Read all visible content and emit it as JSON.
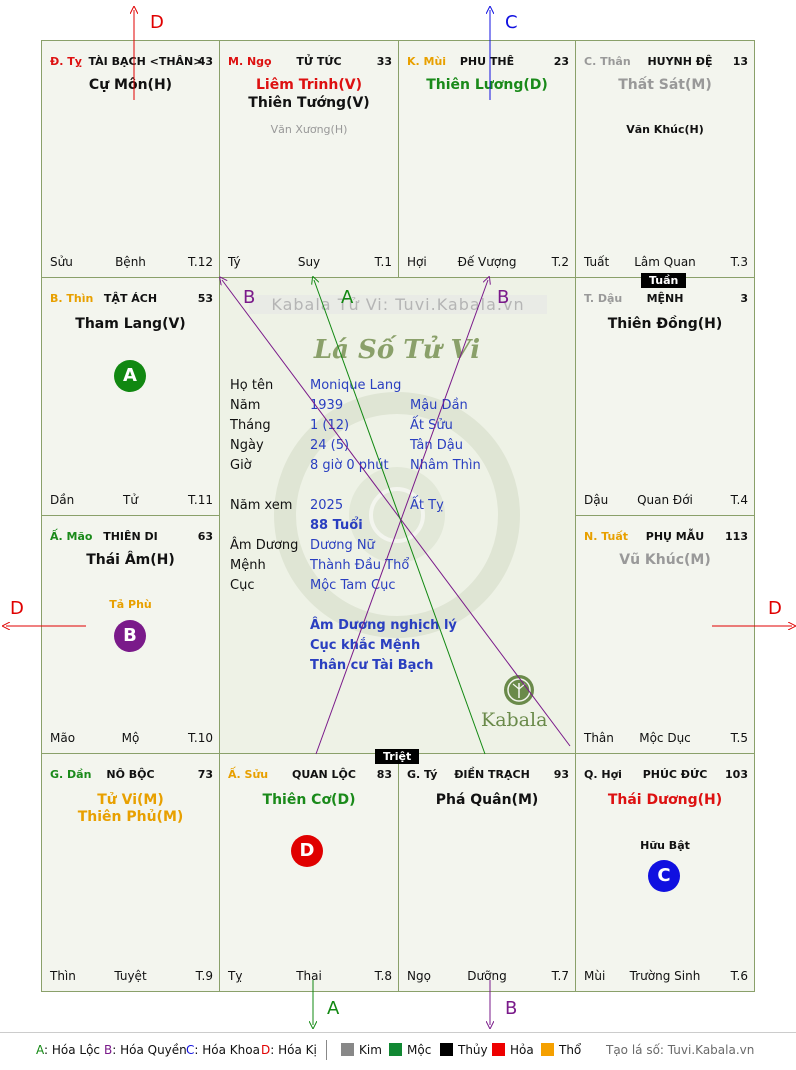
{
  "cells": [
    {
      "id": "ty",
      "can": "Đ. Tỵ",
      "can_color": "#d11",
      "name": "TÀI BẠCH <THÂN>",
      "num": "43",
      "main": [
        {
          "t": "Cự Môn(H)",
          "c": "#111"
        }
      ],
      "minor": [],
      "bottom": [
        "Sửu",
        "Bệnh",
        "T.12"
      ]
    },
    {
      "id": "ngo",
      "can": "M. Ngọ",
      "can_color": "#d11",
      "name": "TỬ TỨC",
      "num": "33",
      "main": [
        {
          "t": "Liêm Trinh(V)",
          "c": "#d11"
        },
        {
          "t": "Thiên Tướng(V)",
          "c": "#111"
        }
      ],
      "minor": [
        {
          "t": "Văn Xương(H)",
          "c": "#999"
        }
      ],
      "bottom": [
        "Tý",
        "Suy",
        "T.1"
      ]
    },
    {
      "id": "mui",
      "can": "K. Mùi",
      "can_color": "#e8a000",
      "name": "PHU THÊ",
      "num": "23",
      "main": [
        {
          "t": "Thiên Lương(D)",
          "c": "#1a8a1a"
        }
      ],
      "minor": [],
      "bottom": [
        "Hợi",
        "Đế Vượng",
        "T.2"
      ]
    },
    {
      "id": "than",
      "can": "C. Thân",
      "can_color": "#999",
      "name": "HUYNH ĐỆ",
      "num": "13",
      "main": [
        {
          "t": "Thất Sát(M)",
          "c": "#999"
        }
      ],
      "minor": [
        {
          "t": "Văn Khúc(H)",
          "c": "#111"
        }
      ],
      "bottom": [
        "Tuất",
        "Lâm Quan",
        "T.3"
      ]
    },
    {
      "id": "thin",
      "can": "B. Thìn",
      "can_color": "#e8a000",
      "name": "TẬT ÁCH",
      "num": "53",
      "main": [
        {
          "t": "Tham Lang(V)",
          "c": "#111"
        }
      ],
      "minor": [],
      "bottom": [
        "Dần",
        "Tử",
        "T.11"
      ]
    },
    {
      "id": "dau",
      "can": "T. Dậu",
      "can_color": "#999",
      "name": "MỆNH",
      "num": "3",
      "main": [
        {
          "t": "Thiên Đồng(H)",
          "c": "#111"
        }
      ],
      "minor": [],
      "bottom": [
        "Dậu",
        "Quan Đới",
        "T.4"
      ]
    },
    {
      "id": "mao",
      "can": "Ấ. Mão",
      "can_color": "#1a8a1a",
      "name": "THIÊN DI",
      "num": "63",
      "main": [
        {
          "t": "Thái Âm(H)",
          "c": "#111"
        }
      ],
      "minor": [
        {
          "t": "Tả Phù",
          "c": "#e8a000"
        }
      ],
      "bottom": [
        "Mão",
        "Mộ",
        "T.10"
      ]
    },
    {
      "id": "tuat",
      "can": "N. Tuất",
      "can_color": "#e8a000",
      "name": "PHỤ MẪU",
      "num": "113",
      "main": [
        {
          "t": "Vũ Khúc(M)",
          "c": "#999"
        }
      ],
      "minor": [],
      "bottom": [
        "Thân",
        "Mộc Dục",
        "T.5"
      ]
    },
    {
      "id": "dan",
      "can": "G. Dần",
      "can_color": "#1a8a1a",
      "name": "NÔ BỘC",
      "num": "73",
      "main": [
        {
          "t": "Tử Vi(M)",
          "c": "#e8a000"
        },
        {
          "t": "Thiên Phủ(M)",
          "c": "#e8a000"
        }
      ],
      "minor": [],
      "bottom": [
        "Thìn",
        "Tuyệt",
        "T.9"
      ]
    },
    {
      "id": "suu",
      "can": "Ấ. Sửu",
      "can_color": "#e8a000",
      "name": "QUAN LỘC",
      "num": "83",
      "main": [
        {
          "t": "Thiên Cơ(D)",
          "c": "#1a8a1a"
        }
      ],
      "minor": [],
      "bottom": [
        "Tỵ",
        "Thai",
        "T.8"
      ]
    },
    {
      "id": "tyrat",
      "can": "G. Tý",
      "can_color": "#111",
      "name": "ĐIỀN TRẠCH",
      "num": "93",
      "main": [
        {
          "t": "Phá Quân(M)",
          "c": "#111"
        }
      ],
      "minor": [],
      "bottom": [
        "Ngọ",
        "Dưỡng",
        "T.7"
      ]
    },
    {
      "id": "hoi",
      "can": "Q. Hợi",
      "can_color": "#111",
      "name": "PHÚC ĐỨC",
      "num": "103",
      "main": [
        {
          "t": "Thái Dương(H)",
          "c": "#d11"
        }
      ],
      "minor": [
        {
          "t": "Hữu Bật",
          "c": "#111"
        }
      ],
      "bottom": [
        "Mùi",
        "Trường Sinh",
        "T.6"
      ]
    }
  ],
  "circles": [
    {
      "id": "a",
      "label": "A",
      "color": "#118811"
    },
    {
      "id": "b",
      "label": "B",
      "color": "#7a1a8a"
    },
    {
      "id": "d",
      "label": "D",
      "color": "#e00000"
    },
    {
      "id": "c",
      "label": "C",
      "color": "#1010e0"
    }
  ],
  "tags": {
    "tuan": "Tuần",
    "triet": "Triệt"
  },
  "watermark": "Kabala Tử Vi: Tuvi.Kabala.vn",
  "center_title": "Lá Số Tử Vi",
  "center_logo": "Kabala",
  "info": {
    "ho_ten_lbl": "Họ tên",
    "ho_ten": "Monique Lang",
    "nam_lbl": "Năm",
    "nam": "1939",
    "nam_can": "Mậu Dần",
    "thang_lbl": "Tháng",
    "thang": "1  (12)",
    "thang_can": "Ất Sửu",
    "ngay_lbl": "Ngày",
    "ngay": "24  (5)",
    "ngay_can": "Tân Dậu",
    "gio_lbl": "Giờ",
    "gio": "8 giờ 0 phút",
    "gio_can": "Nhâm Thìn",
    "namxem_lbl": "Năm xem",
    "namxem": "2025",
    "namxem_can": "Ất Tỵ",
    "tuoi": "88 Tuổi",
    "amduong_lbl": "Âm Dương",
    "amduong": "Dương Nữ",
    "menh_lbl": "Mệnh",
    "menh": "Thành Đầu Thổ",
    "cuc_lbl": "Cục",
    "cuc": "Mộc Tam Cục",
    "note1": "Âm Dương nghịch lý",
    "note2": "Cục khắc Mệnh",
    "note3": "Thân cư Tài Bạch"
  },
  "arrows": {
    "top_d": "D",
    "top_c": "C",
    "left_d": "D",
    "right_d": "D",
    "bottom_a": "A",
    "bottom_b": "B",
    "b1": "B",
    "a1": "A",
    "b2": "B"
  },
  "legend": {
    "a_key": "A",
    "a_text": ": Hóa Lộc",
    "b_key": "B",
    "b_text": ": Hóa Quyền",
    "c_key": "C",
    "c_text": ": Hóa Khoa",
    "d_key": "D",
    "d_text": ": Hóa Kị",
    "kim": "Kim",
    "moc": "Mộc",
    "thuy": "Thủy",
    "hoa": "Hỏa",
    "tho": "Thổ",
    "site": "Tạo lá số: Tuvi.Kabala.vn",
    "colors": {
      "kim": "#888888",
      "moc": "#118833",
      "thuy": "#000000",
      "hoa": "#ee0000",
      "tho": "#f5a000",
      "a": "#118811",
      "b": "#7a1a8a",
      "c": "#1010e0",
      "d": "#e00000"
    }
  }
}
